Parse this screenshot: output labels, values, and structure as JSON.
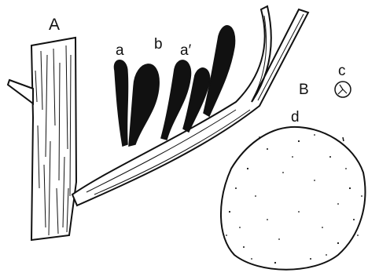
{
  "figure": {
    "labels": {
      "A": "A",
      "a": "a",
      "b": "b",
      "a_prime": "a′",
      "B": "B",
      "c": "c",
      "d": "d"
    },
    "colors": {
      "ink": "#111111",
      "paper": "#ffffff"
    }
  }
}
